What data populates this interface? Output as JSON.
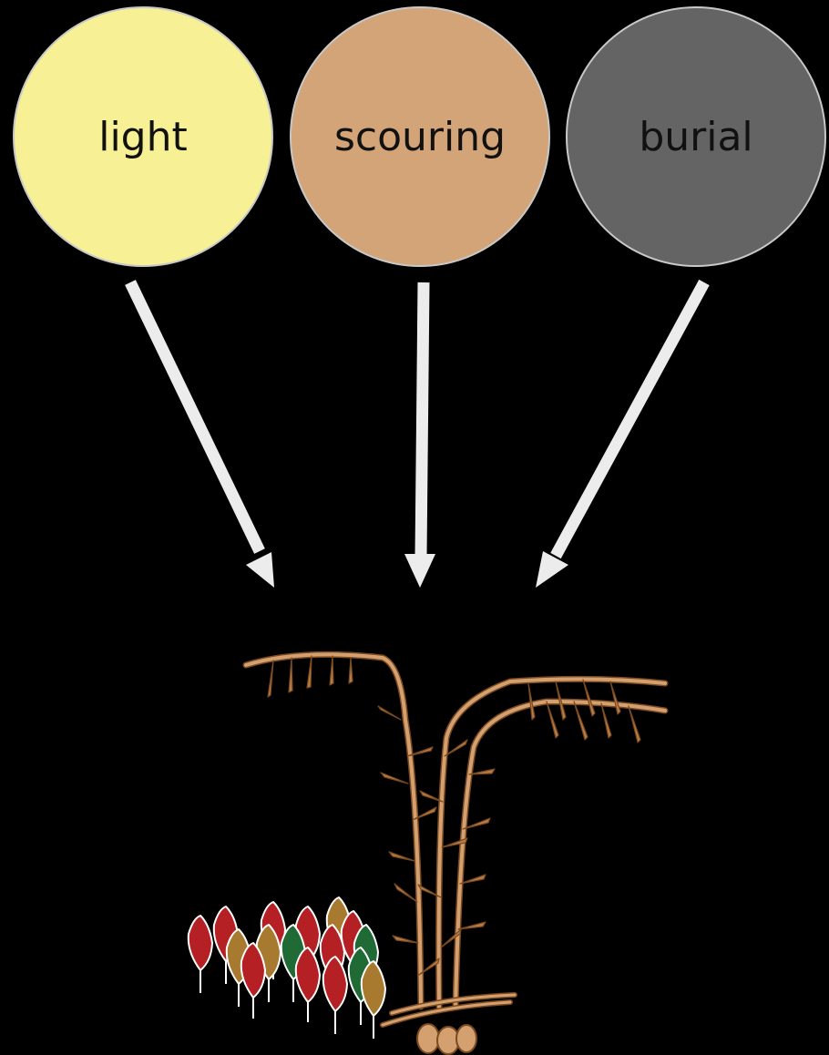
{
  "factors": [
    {
      "label": "light",
      "color": "#f7f094"
    },
    {
      "label": "scouring",
      "color": "#d2a477"
    },
    {
      "label": "burial",
      "color": "#646464"
    }
  ],
  "colors": {
    "arrow": "#ececec",
    "plant_stem": "#d4a070",
    "plant_outline": "#7a4a20",
    "seedling_red": "#b52025",
    "seedling_green": "#1f6a35",
    "seedling_brown": "#a87a30"
  }
}
